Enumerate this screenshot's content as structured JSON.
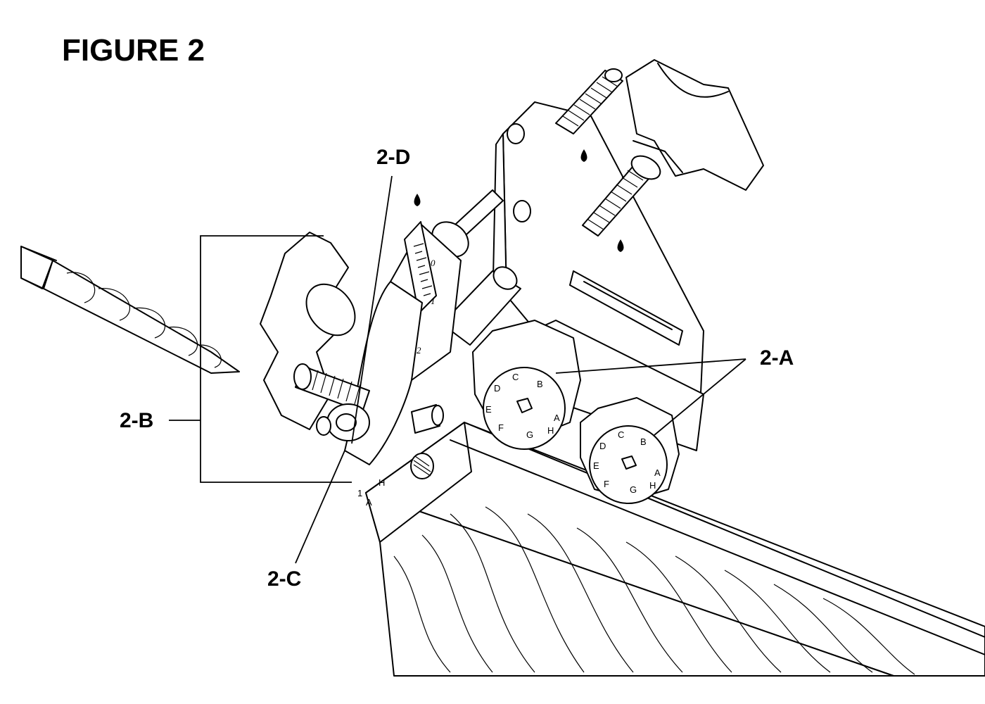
{
  "figure": {
    "title": "FIGURE 2"
  },
  "callouts": {
    "a": "2-A",
    "b": "2-B",
    "c": "2-C",
    "d": "2-D"
  },
  "scale": {
    "marks": [
      "0",
      "1",
      "2"
    ]
  },
  "dial": {
    "letters": [
      "A",
      "B",
      "C",
      "D",
      "E",
      "F",
      "G",
      "H",
      "1"
    ]
  },
  "colors": {
    "ink": "#000000",
    "paper": "#ffffff"
  }
}
